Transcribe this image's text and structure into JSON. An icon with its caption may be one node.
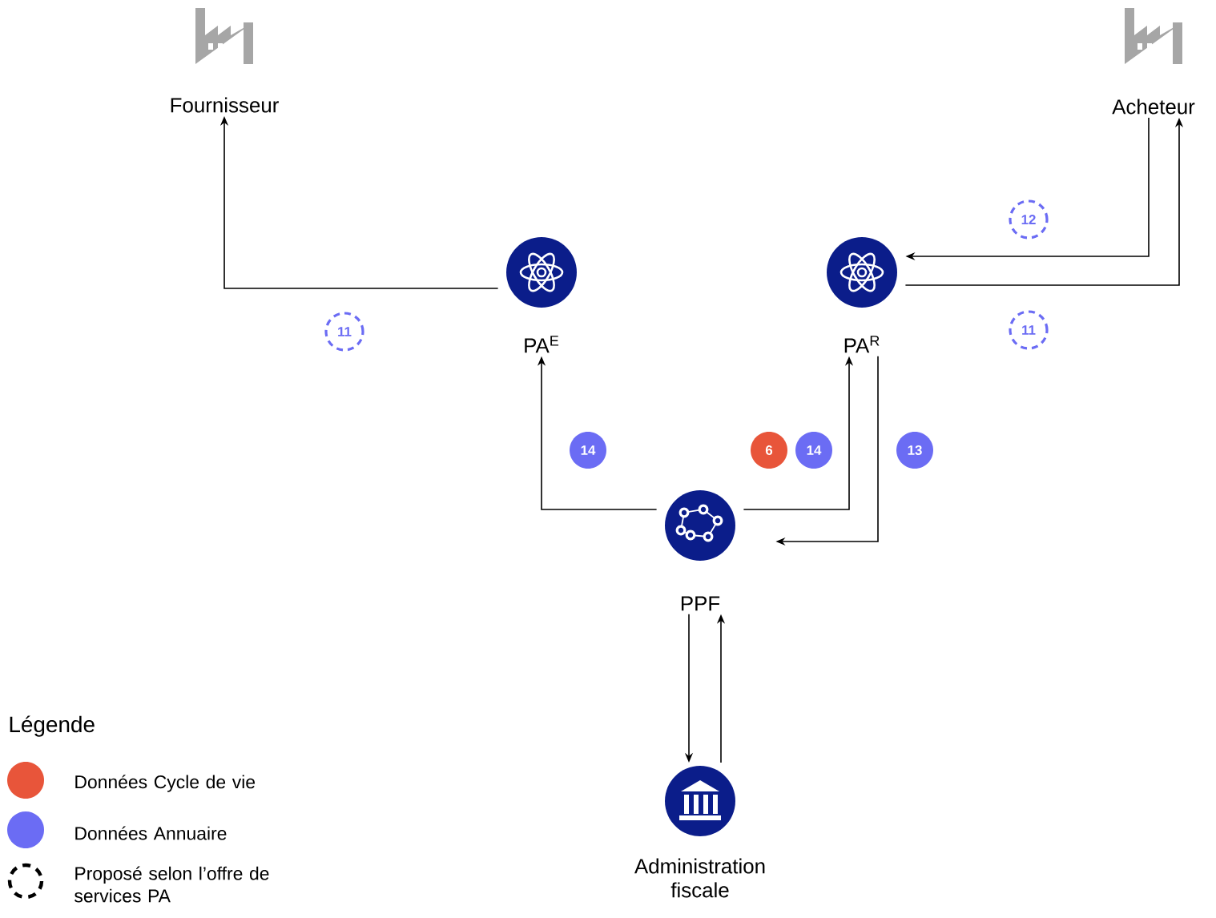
{
  "diagram": {
    "nodes": [
      {
        "text": [
          "Fournisseur"
        ]
      },
      {
        "text": [
          "Acheteur"
        ]
      },
      {
        "text": [
          "PA$^{E}$"
        ]
      },
      {
        "text": [
          "PA$^{R}$"
        ]
      },
      {
        "text": [
          "PPF"
        ]
      },
      {
        "text": [
          "Administration fiscale"
        ]
      },
      {
        "text": [
          "12"
        ]
      },
      {
        "text": [
          "11"
        ]
      },
      {
        "text": [
          "11"
        ]
      },
      {
        "text": [
          "14"
        ]
      },
      {
        "text": [
          "6"
        ]
      },
      {
        "text": [
          "14"
        ]
      },
      {
        "text": [
          "13"
        ]
      }
    ],
    "edges": [
      {
        "from": 2,
        "to": 0,
        "arrow": "to"
      },
      {
        "from": 1,
        "to": 3,
        "arrow": "to"
      },
      {
        "from": 3,
        "to": 1,
        "arrow": "to"
      },
      {
        "from": 4,
        "to": 2,
        "arrow": "to"
      },
      {
        "from": 4,
        "to": 3,
        "arrow": "to"
      },
      {
        "from": 3,
        "to": 4,
        "arrow": "to"
      },
      {
        "from": 4,
        "to": 5,
        "arrow": "to"
      },
      {
        "from": 5,
        "to": 4,
        "arrow": "to"
      }
    ],
    "labels": [
      "Légende"
    ],
    "legend": [
      {
        "text": "Données Cycle de vie",
        "color": "#e8553a"
      },
      {
        "text": "Données Annuaire",
        "color": "#6b6cf4"
      },
      {
        "text": "Proposé selon l’offre de services PA"
      }
    ]
  }
}
